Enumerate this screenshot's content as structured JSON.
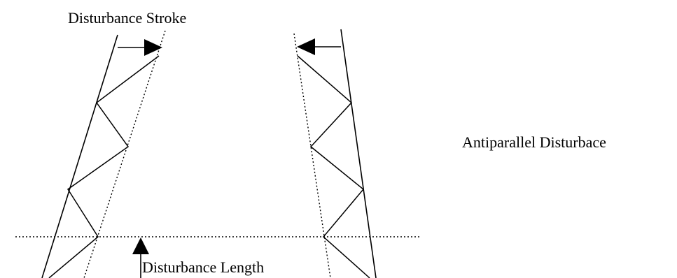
{
  "labels": {
    "stroke": "Disturbance Stroke",
    "mode": "Antiparallel Disturbace",
    "length": "Disturbance Length"
  },
  "colors": {
    "line": "#000000",
    "background": "#ffffff"
  }
}
